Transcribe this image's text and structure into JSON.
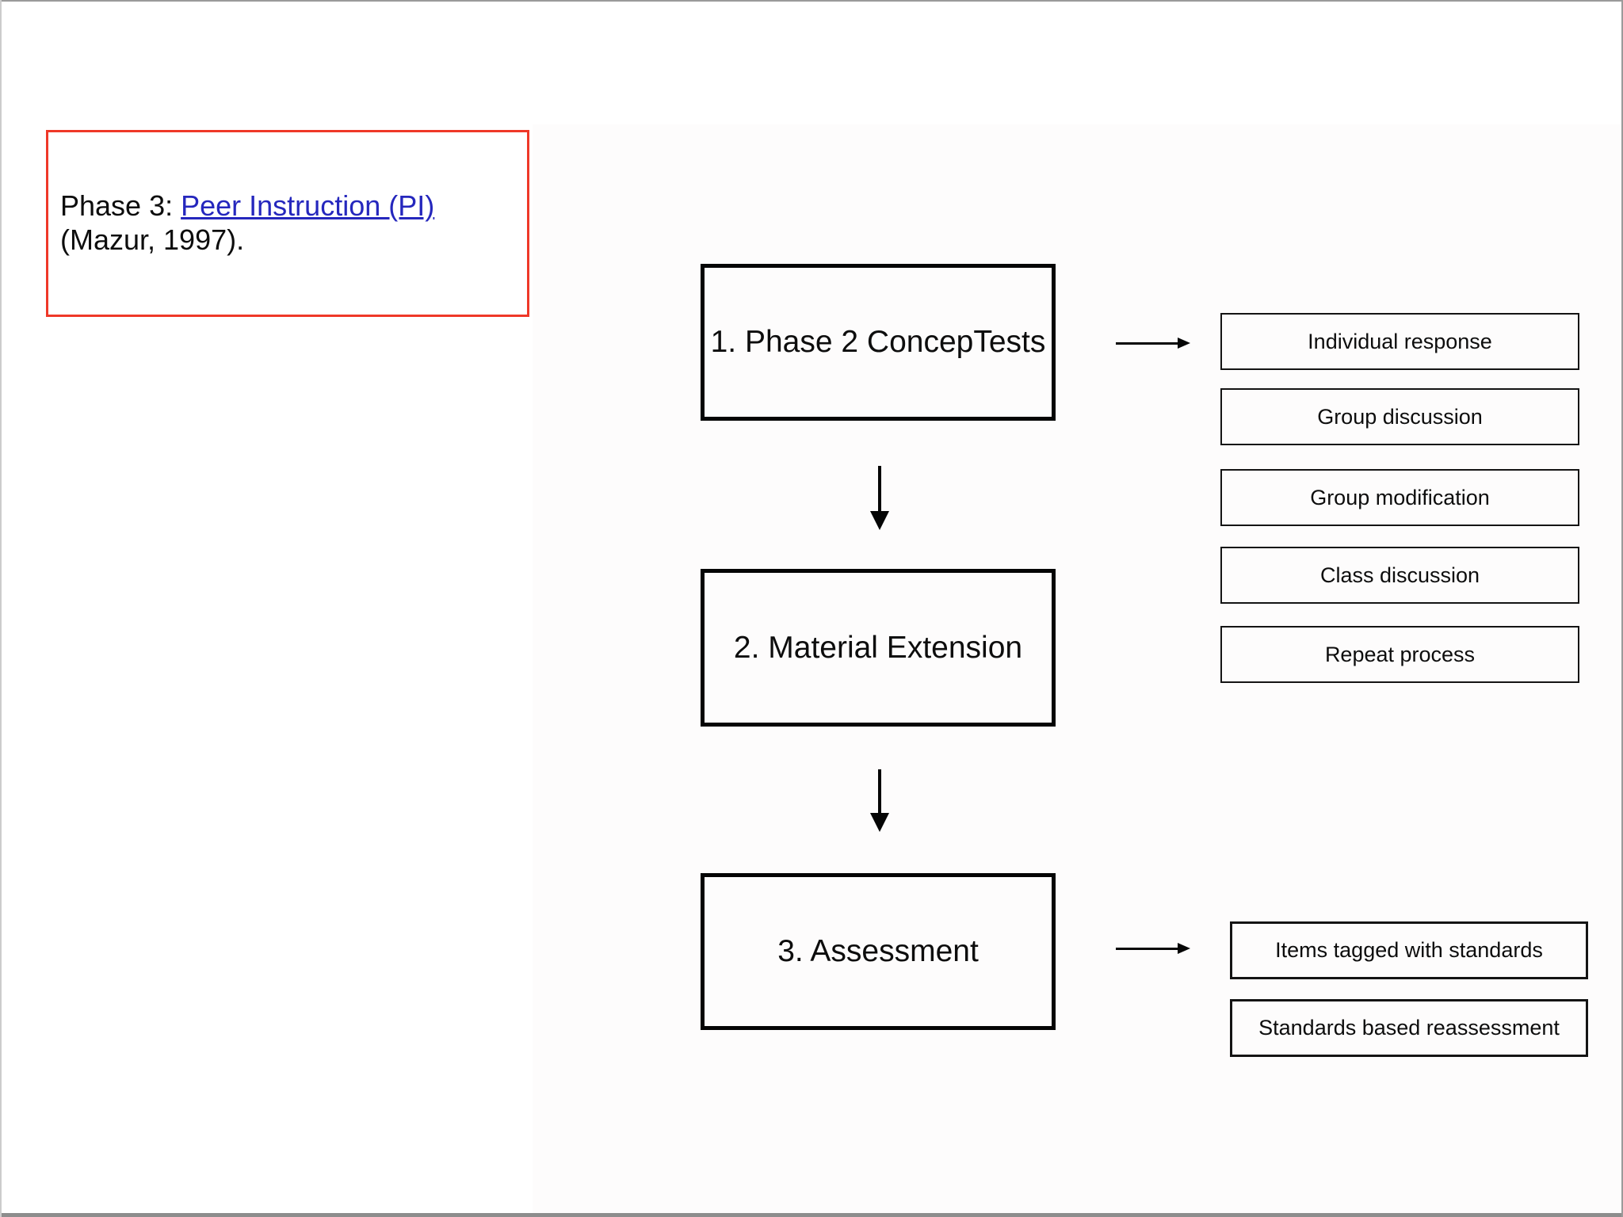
{
  "note": {
    "prefix": "Phase 3: ",
    "link_label": "Peer Instruction (PI)",
    "citation": "(Mazur, 1997).",
    "border_color": "#ef3828",
    "link_color": "#2527bd",
    "text_color": "#0d0d0d"
  },
  "flow": {
    "box_border_color": "#050505",
    "steps": [
      {
        "label": "1. Phase 2 ConcepTests"
      },
      {
        "label": "2. Material Extension"
      },
      {
        "label": "3. Assessment"
      }
    ]
  },
  "step1_outcomes": {
    "items": [
      {
        "label": "Individual response"
      },
      {
        "label": "Group discussion"
      },
      {
        "label": "Group modification"
      },
      {
        "label": "Class discussion"
      },
      {
        "label": "Repeat process"
      }
    ]
  },
  "step3_outcomes": {
    "items": [
      {
        "label": "Items tagged with standards"
      },
      {
        "label": "Standards based reassessment"
      }
    ]
  }
}
